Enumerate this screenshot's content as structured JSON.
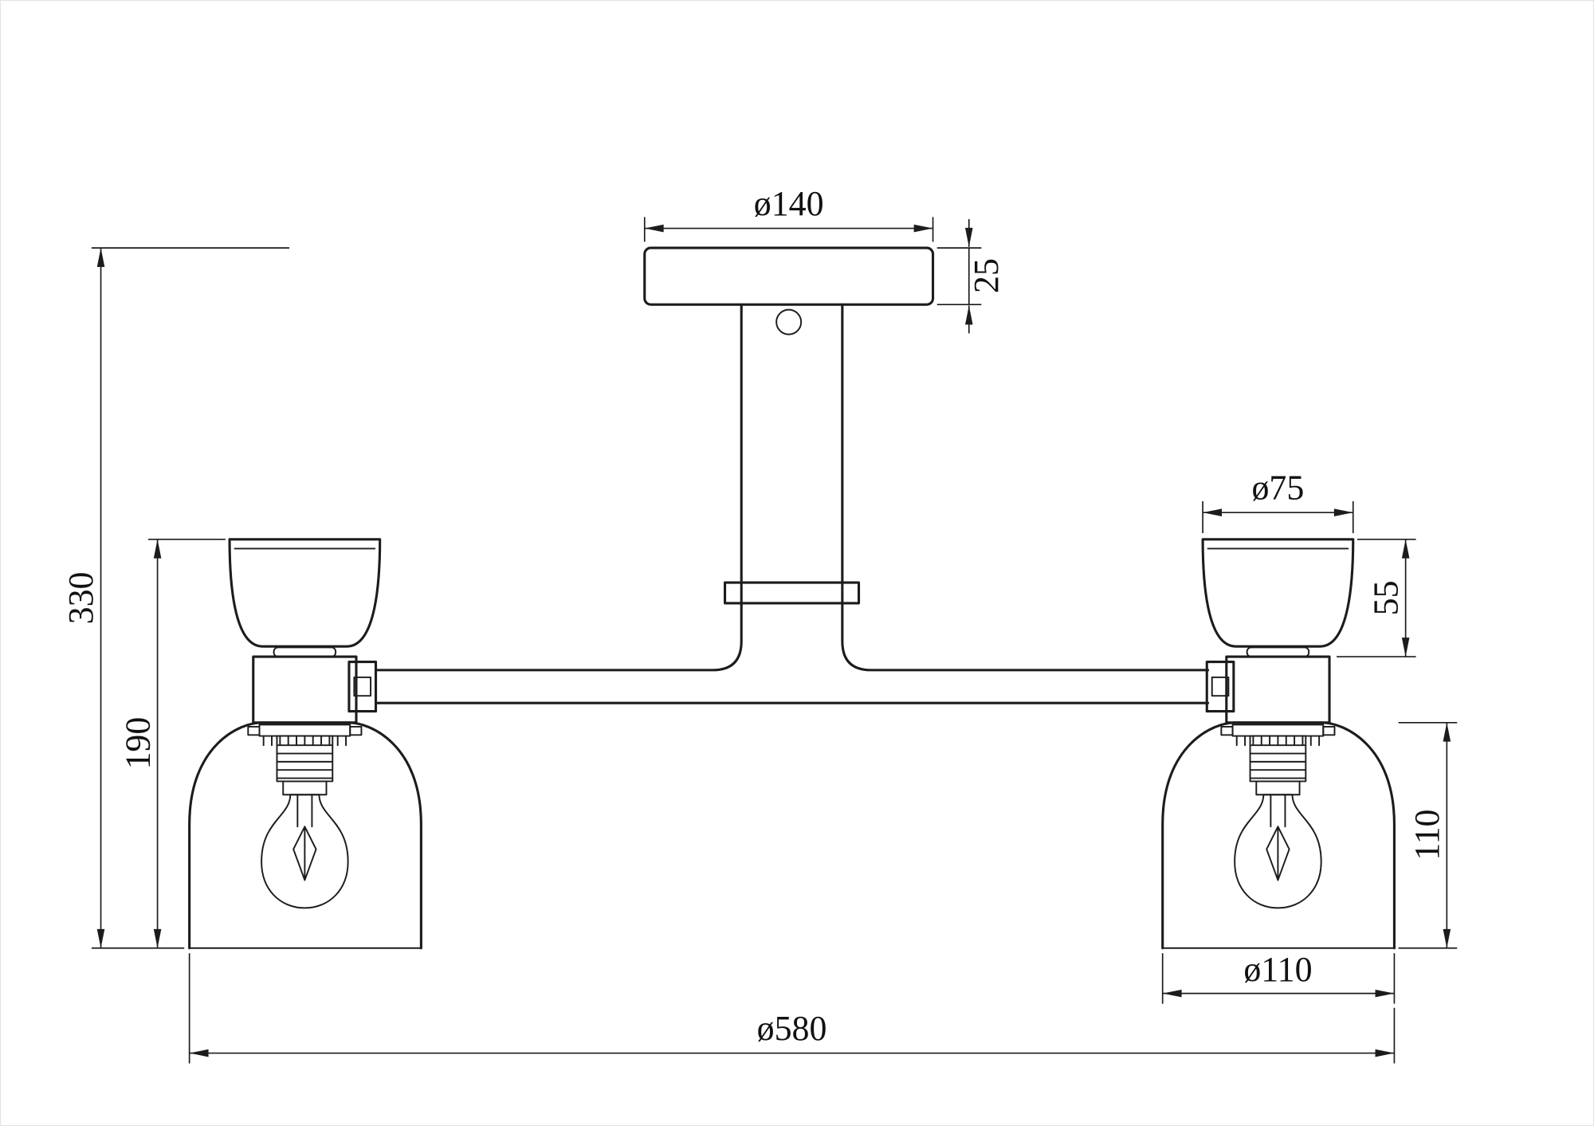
{
  "drawing": {
    "background_color": "#ffffff",
    "line_color": "#1c1c1c",
    "type": "ceiling-light-fixture-dimension-drawing",
    "dimensions": {
      "canopy_diameter": "ø140",
      "canopy_height": "25",
      "overall_height": "330",
      "lamp_assembly_height": "190",
      "cup_diameter": "ø75",
      "cup_height": "55",
      "shade_height": "110",
      "shade_diameter": "ø110",
      "overall_width": "ø580"
    }
  }
}
